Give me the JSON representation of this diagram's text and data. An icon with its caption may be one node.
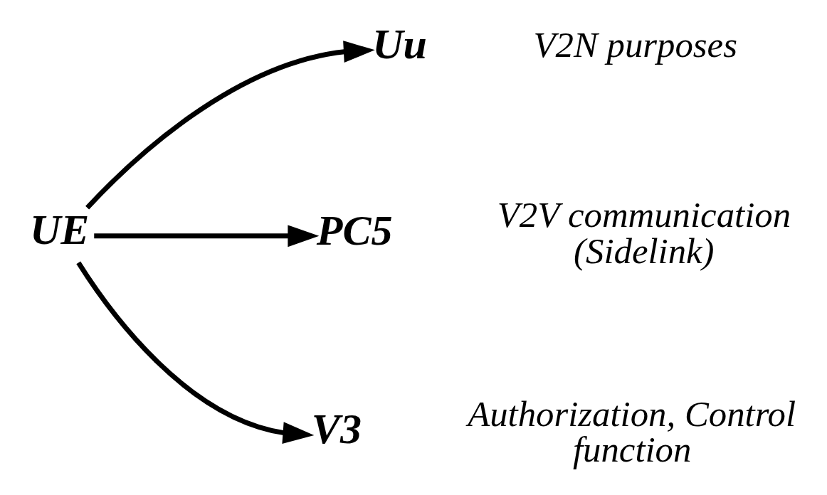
{
  "diagram": {
    "nodes": [
      {
        "text": [
          "UE"
        ]
      },
      {
        "text": [
          "Uu"
        ],
        "beside": [
          "V2N purposes"
        ]
      },
      {
        "text": [
          "PC5"
        ],
        "beside": [
          "V2V communication (Sidelink)"
        ]
      },
      {
        "text": [
          "V3"
        ],
        "beside": [
          "Authorization, Control function"
        ]
      }
    ],
    "edges": [
      {
        "from": 0,
        "to": 1,
        "arrow": "to"
      },
      {
        "from": 0,
        "to": 2,
        "arrow": "to"
      },
      {
        "from": 0,
        "to": 3,
        "arrow": "to"
      }
    ]
  }
}
